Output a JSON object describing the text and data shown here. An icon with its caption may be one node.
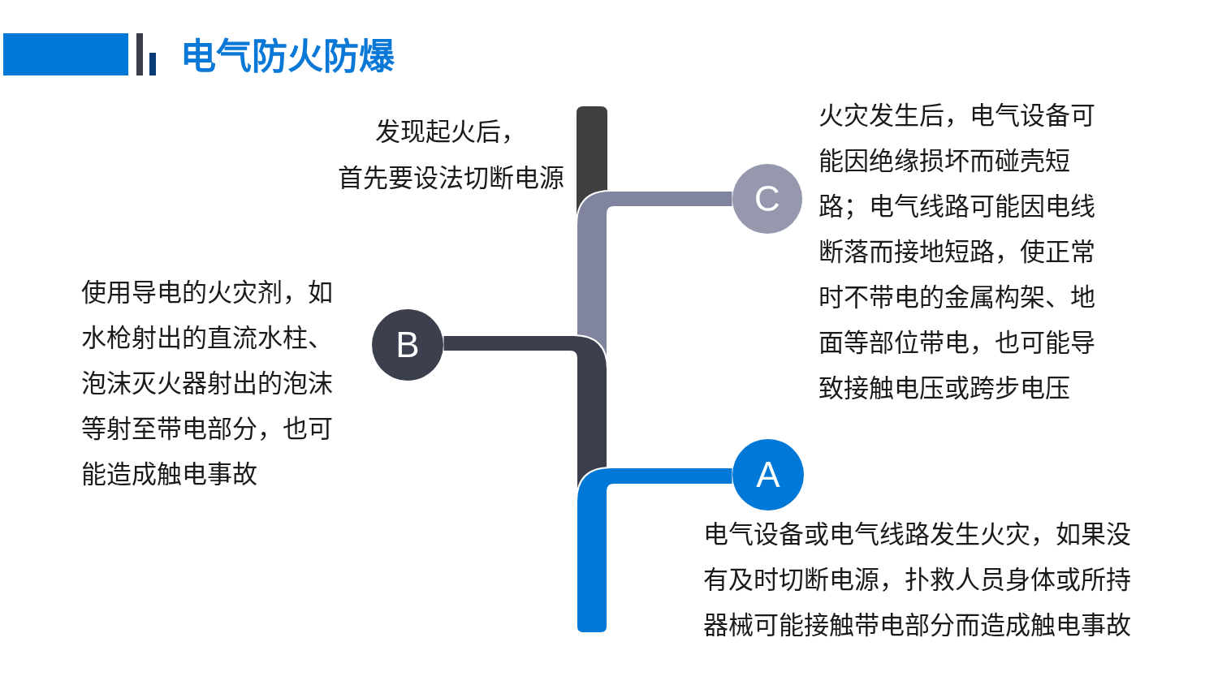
{
  "diagram": {
    "title": "电气防火防爆",
    "nodes": [
      {
        "text": [
          "C"
        ],
        "beside": [
          "火灾发生后，电气设备可能因绝缘损坏而碰壳短路；电气线路可能因电线断落而接地短路，使正常时不带电的金属构架、地面等部位带电，也可能导致接触电压或跨步电压"
        ]
      },
      {
        "text": [
          "B"
        ],
        "beside": [
          "使用导电的火灾剂，如水枪射出的直流水柱、泡沫灭火器射出的泡沫等射至带电部分，也可能造成触电事故"
        ]
      },
      {
        "text": [
          "A"
        ],
        "beside": [
          "电气设备或电气线路发生火灾，如果没有及时切断电源，扑救人员身体或所持器械可能接触带电部分而造成触电事故"
        ]
      }
    ],
    "labels": [
      "发现起火后，首先要设法切断电源"
    ]
  }
}
